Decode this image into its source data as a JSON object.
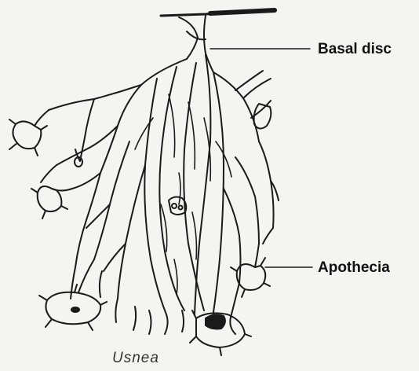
{
  "labels": {
    "basal_disc": "Basal disc",
    "apothecia": "Apothecia"
  },
  "caption": "Usnea",
  "colors": {
    "ink": "#1a1a1a",
    "paper": "#f4f4f2"
  }
}
